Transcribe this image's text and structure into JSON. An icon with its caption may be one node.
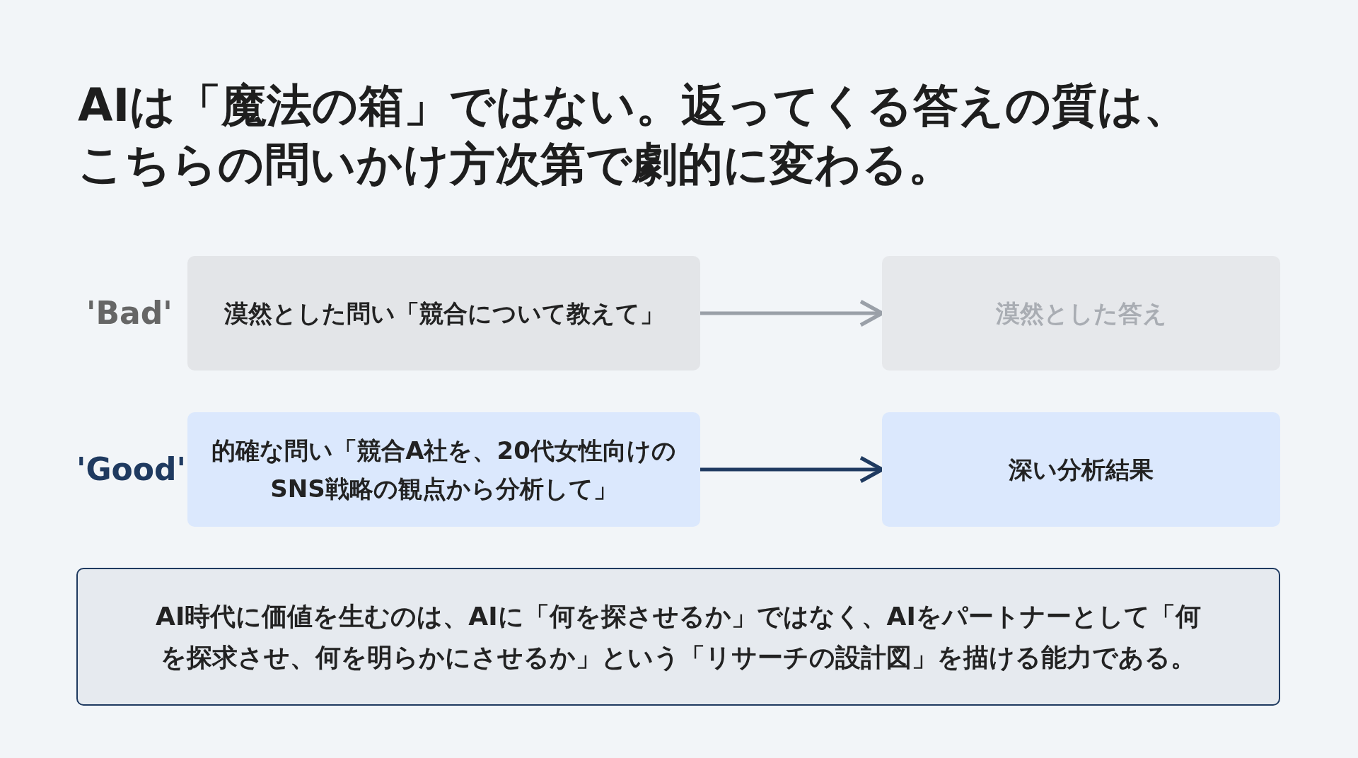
{
  "diagram": {
    "title": "AIは「魔法の箱」ではない。返ってくる答えの質は、こちらの問いかけ方次第で劇的に変わる。",
    "nodes": [
      {
        "text": [
          "漠然とした問い「競合について教えて」"
        ]
      },
      {
        "text": [
          "漠然とした答え"
        ]
      },
      {
        "text": [
          "的確な問い「競合A社を、20代女性向けのSNS戦略の観点から分析して」"
        ]
      },
      {
        "text": [
          "深い分析結果"
        ]
      },
      {
        "text": [
          "AI時代に価値を生むのは、AIに「何を探させるか」ではなく、AIをパートナーとして「何を探求させ、何を明らかにさせるか」という「リサーチの設計図」を描ける能力である。"
        ]
      }
    ],
    "edges": [
      {
        "from": 0,
        "to": 1,
        "arrow": "to",
        "color": "#9aa0a8"
      },
      {
        "from": 2,
        "to": 3,
        "arrow": "to",
        "color": "#1f3a60"
      }
    ],
    "labels": [
      "'Bad'",
      "'Good'"
    ]
  }
}
